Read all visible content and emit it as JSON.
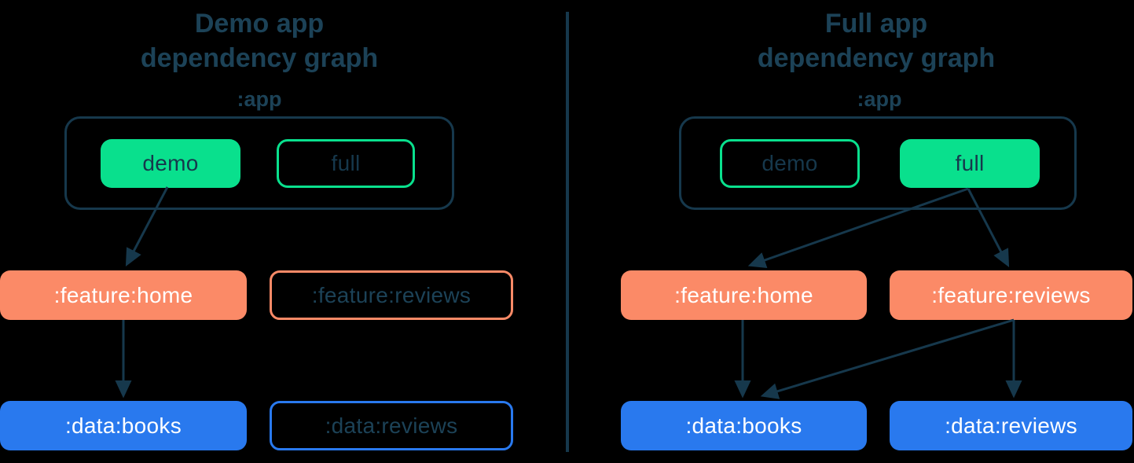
{
  "palette": {
    "background": "#000000",
    "navy": "#16384C",
    "title_navy": "#1C4257",
    "green": "#09E08D",
    "coral": "#FB8A67",
    "blue": "#2979EE",
    "white": "#FFFFFF"
  },
  "panels": [
    {
      "id": "demo",
      "title_line1": "Demo app",
      "title_line2": "dependency graph",
      "app_label": ":app",
      "variants": [
        {
          "label": "demo",
          "active": true
        },
        {
          "label": "full",
          "active": false
        }
      ],
      "modules": [
        {
          "label": ":feature:home",
          "type": "feature",
          "active": true
        },
        {
          "label": ":feature:reviews",
          "type": "feature",
          "active": false
        },
        {
          "label": ":data:books",
          "type": "data",
          "active": true
        },
        {
          "label": ":data:reviews",
          "type": "data",
          "active": false
        }
      ],
      "edges": [
        {
          "from": "demo",
          "to": ":feature:home"
        },
        {
          "from": ":feature:home",
          "to": ":data:books"
        }
      ]
    },
    {
      "id": "full",
      "title_line1": "Full app",
      "title_line2": "dependency graph",
      "app_label": ":app",
      "variants": [
        {
          "label": "demo",
          "active": false
        },
        {
          "label": "full",
          "active": true
        }
      ],
      "modules": [
        {
          "label": ":feature:home",
          "type": "feature",
          "active": true
        },
        {
          "label": ":feature:reviews",
          "type": "feature",
          "active": true
        },
        {
          "label": ":data:books",
          "type": "data",
          "active": true
        },
        {
          "label": ":data:reviews",
          "type": "data",
          "active": true
        }
      ],
      "edges": [
        {
          "from": "full",
          "to": ":feature:home"
        },
        {
          "from": "full",
          "to": ":feature:reviews"
        },
        {
          "from": ":feature:home",
          "to": ":data:books"
        },
        {
          "from": ":feature:reviews",
          "to": ":data:books"
        },
        {
          "from": ":feature:reviews",
          "to": ":data:reviews"
        }
      ]
    }
  ]
}
